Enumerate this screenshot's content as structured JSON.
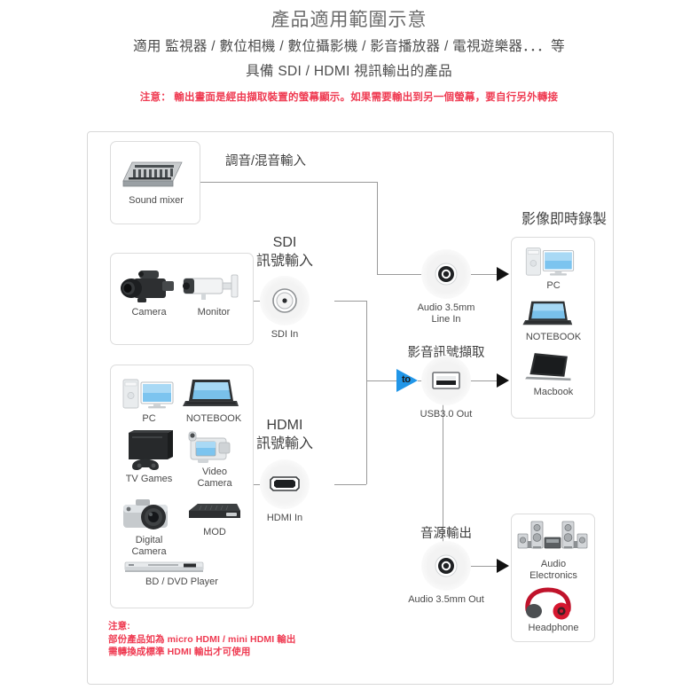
{
  "header": {
    "title": "產品適用範圍示意",
    "subtitle_line1": "適用 監視器 / 數位相機 /  數位攝影機 / 影音播放器 / 電視遊樂器．．．等",
    "subtitle_line2": "具備 SDI / HDMI 視訊輸出的產品",
    "warning": "注意：  輸出畫面是經由擷取裝置的螢幕顯示。如果需要輸出到另一個螢幕，要自行另外轉接"
  },
  "colors": {
    "title": "#6b6b6b",
    "warning_red": "#ef3b52",
    "accent_blue": "#2196e8",
    "line_gray": "#9a9a9a",
    "box_border": "#dcdcdc"
  },
  "diagram": {
    "type": "connection-diagram",
    "source_groups": [
      {
        "id": "sound-mixer-group",
        "devices": [
          {
            "id": "sound-mixer",
            "label": "Sound mixer",
            "icon": "mixer-icon"
          }
        ],
        "connection_label": "調音/混音輸入",
        "connects_to": "audio-line-in"
      },
      {
        "id": "sdi-source-group",
        "devices": [
          {
            "id": "camera",
            "label": "Camera",
            "icon": "camcorder-icon"
          },
          {
            "id": "monitor",
            "label": "Monitor",
            "icon": "cctv-camera-icon"
          }
        ],
        "connection_label": "SDI\n訊號輸入",
        "connects_to": "sdi-in"
      },
      {
        "id": "hdmi-source-group",
        "devices": [
          {
            "id": "pc",
            "label": "PC",
            "icon": "desktop-pc-icon"
          },
          {
            "id": "notebook",
            "label": "NOTEBOOK",
            "icon": "laptop-icon"
          },
          {
            "id": "tv-games",
            "label": "TV Games",
            "icon": "game-console-icon"
          },
          {
            "id": "video-camera",
            "label": "Video\nCamera",
            "icon": "handycam-icon"
          },
          {
            "id": "digital-camera",
            "label": "Digital\nCamera",
            "icon": "dslr-icon"
          },
          {
            "id": "mod",
            "label": "MOD",
            "icon": "set-top-box-icon"
          },
          {
            "id": "bd-dvd-player",
            "label": "BD / DVD Player",
            "icon": "dvd-player-icon"
          }
        ],
        "connection_label": "HDMI\n訊號輸入",
        "connects_to": "hdmi-in"
      }
    ],
    "input_ports": [
      {
        "id": "sdi-in",
        "label": "SDI In",
        "icon": "bnc-connector-icon"
      },
      {
        "id": "hdmi-in",
        "label": "HDMI In",
        "icon": "hdmi-connector-icon"
      }
    ],
    "hub": {
      "id": "to-node",
      "label": "to",
      "shape": "triangle-right",
      "color": "#2196e8"
    },
    "output_ports": [
      {
        "id": "audio-line-in",
        "label": "Audio 3.5mm\nLine In",
        "icon": "audio-jack-icon"
      },
      {
        "id": "usb3-out",
        "label": "USB3.0 Out",
        "icon": "usb-connector-icon",
        "connection_label": "影音訊號擷取"
      },
      {
        "id": "audio-out",
        "label": "Audio 3.5mm Out",
        "icon": "audio-jack-icon",
        "connection_label": "音源輸出"
      }
    ],
    "target_groups": [
      {
        "id": "recording-group",
        "heading": "影像即時錄製",
        "devices": [
          {
            "id": "target-pc",
            "label": "PC",
            "icon": "desktop-pc-icon"
          },
          {
            "id": "target-notebook",
            "label": "NOTEBOOK",
            "icon": "laptop-icon"
          },
          {
            "id": "target-macbook",
            "label": "Macbook",
            "icon": "macbook-icon"
          }
        ]
      },
      {
        "id": "audio-output-group",
        "heading": "",
        "devices": [
          {
            "id": "audio-electronics",
            "label": "Audio\nElectronics",
            "icon": "speaker-system-icon"
          },
          {
            "id": "headphone",
            "label": "Headphone",
            "icon": "headphone-icon"
          }
        ]
      }
    ],
    "footnote": "注意:\n部份產品如為 micro HDMI / mini HDMI 輸出\n需轉換成標準 HDMI 輸出才可使用"
  }
}
